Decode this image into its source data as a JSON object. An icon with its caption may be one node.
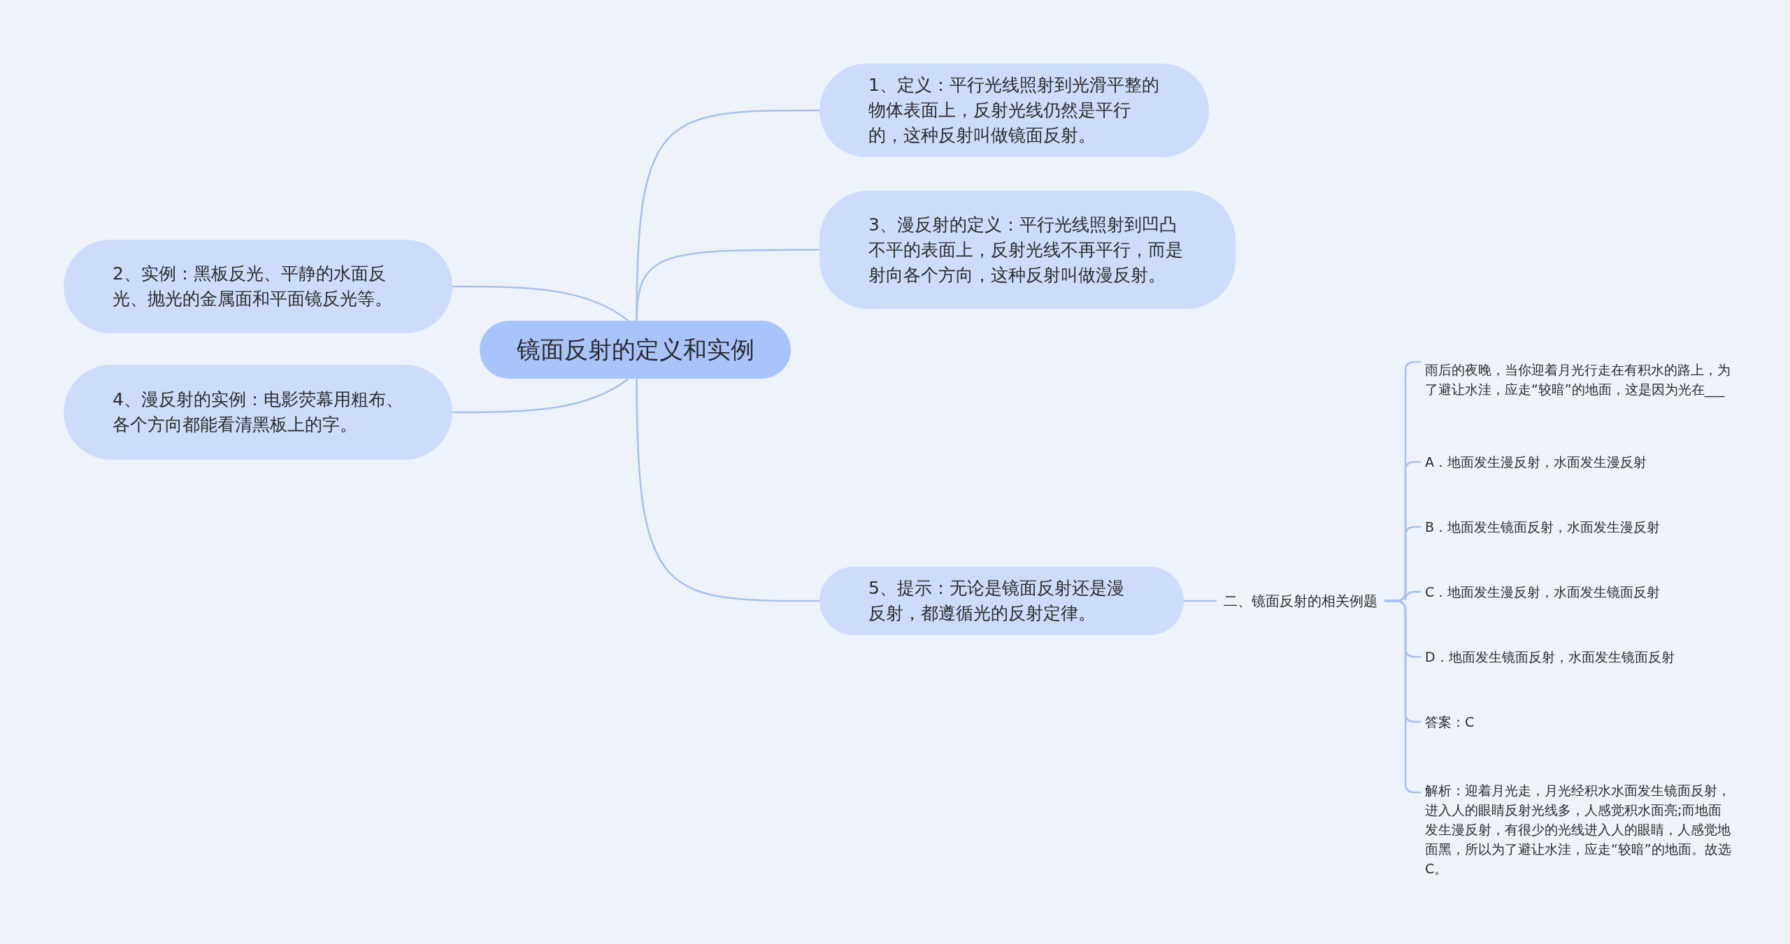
{
  "diagram": {
    "nodes": [
      {
        "text": [
          "镜面反射的定义和实例"
        ]
      },
      {
        "text": [
          "1、定义：平行光线照射到光滑平整的物体表面上，反射光线仍然是平行的，这种反射叫做镜面反射。"
        ]
      },
      {
        "text": [
          "2、实例：黑板反光、平静的水面反光、抛光的金属面和平面镜反光等。"
        ]
      },
      {
        "text": [
          "3、漫反射的定义：平行光线照射到凹凸不平的表面上，反射光线不再平行，而是射向各个方向，这种反射叫做漫反射。"
        ]
      },
      {
        "text": [
          "4、漫反射的实例：电影荧幕用粗布、各个方向都能看清黑板上的字。"
        ]
      },
      {
        "text": [
          "5、提示：无论是镜面反射还是漫反射，都遵循光的反射定律。"
        ]
      },
      {
        "text": [
          "二、镜面反射的相关例题"
        ]
      },
      {
        "text": [
          "雨后的夜晚，当你迎着月光行走在有积水的路上，为了避让水洼，应走“较暗”的地面，这是因为光在___"
        ]
      },
      {
        "text": [
          "A．地面发生漫反射，水面发生漫反射"
        ]
      },
      {
        "text": [
          "B．地面发生镜面反射，水面发生漫反射"
        ]
      },
      {
        "text": [
          "C．地面发生漫反射，水面发生镜面反射"
        ]
      },
      {
        "text": [
          "D．地面发生镜面反射，水面发生镜面反射"
        ]
      },
      {
        "text": [
          "答案：C"
        ]
      },
      {
        "text": [
          "解析：迎着月光走，月光经积水水面发生镜面反射，进入人的眼睛反射光线多，人感觉积水面亮;而地面发生漫反射，有很少的光线进入人的眼睛，人感觉地面黑，所以为了避让水洼，应走“较暗”的地面。故选C。"
        ]
      }
    ],
    "edges": [
      {
        "from": 0,
        "to": 1,
        "arrow": "none"
      },
      {
        "from": 0,
        "to": 2,
        "arrow": "none"
      },
      {
        "from": 0,
        "to": 3,
        "arrow": "none"
      },
      {
        "from": 0,
        "to": 4,
        "arrow": "none"
      },
      {
        "from": 0,
        "to": 5,
        "arrow": "none"
      },
      {
        "from": 5,
        "to": 6,
        "arrow": "none"
      },
      {
        "from": 6,
        "to": 7,
        "arrow": "none"
      },
      {
        "from": 6,
        "to": 8,
        "arrow": "none"
      },
      {
        "from": 6,
        "to": 9,
        "arrow": "none"
      },
      {
        "from": 6,
        "to": 10,
        "arrow": "none"
      },
      {
        "from": 6,
        "to": 11,
        "arrow": "none"
      },
      {
        "from": 6,
        "to": 12,
        "arrow": "none"
      },
      {
        "from": 6,
        "to": 13,
        "arrow": "none"
      }
    ]
  }
}
